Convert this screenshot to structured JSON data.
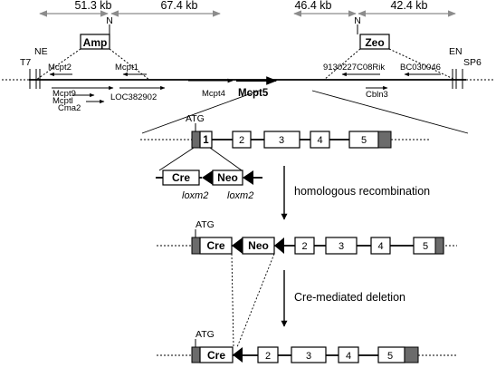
{
  "bac_map": {
    "distances": [
      "51.3 kb",
      "67.4 kb",
      "46.4 kb",
      "42.4 kb"
    ],
    "site_n": "N",
    "vector_left": "Amp",
    "vector_right": "Zeo",
    "end_left": "T7",
    "ne": "NE",
    "en": "EN",
    "end_right": "SP6",
    "genes": {
      "mcpt2": "Mcpt2",
      "mcpt1": "Mcpt1",
      "mcpt9": "Mcpt9",
      "mcptl": "Mcptl",
      "cma2": "Cma2",
      "loc": "LOC382902",
      "mcpt4": "Mcpt4",
      "mcpt5": "Mcpt5",
      "rik": "9130227C08Rik",
      "bc": "BC030046",
      "cbln3": "Cbln3"
    }
  },
  "gene_structure": {
    "atg": "ATG",
    "exons": [
      "1",
      "2",
      "3",
      "4",
      "5"
    ],
    "cassette": {
      "cre": "Cre",
      "neo": "Neo",
      "lox1": "loxm2",
      "lox2": "loxm2"
    }
  },
  "steps": {
    "step1": "homologous recombination",
    "step2": "Cre-mediated deletion"
  }
}
